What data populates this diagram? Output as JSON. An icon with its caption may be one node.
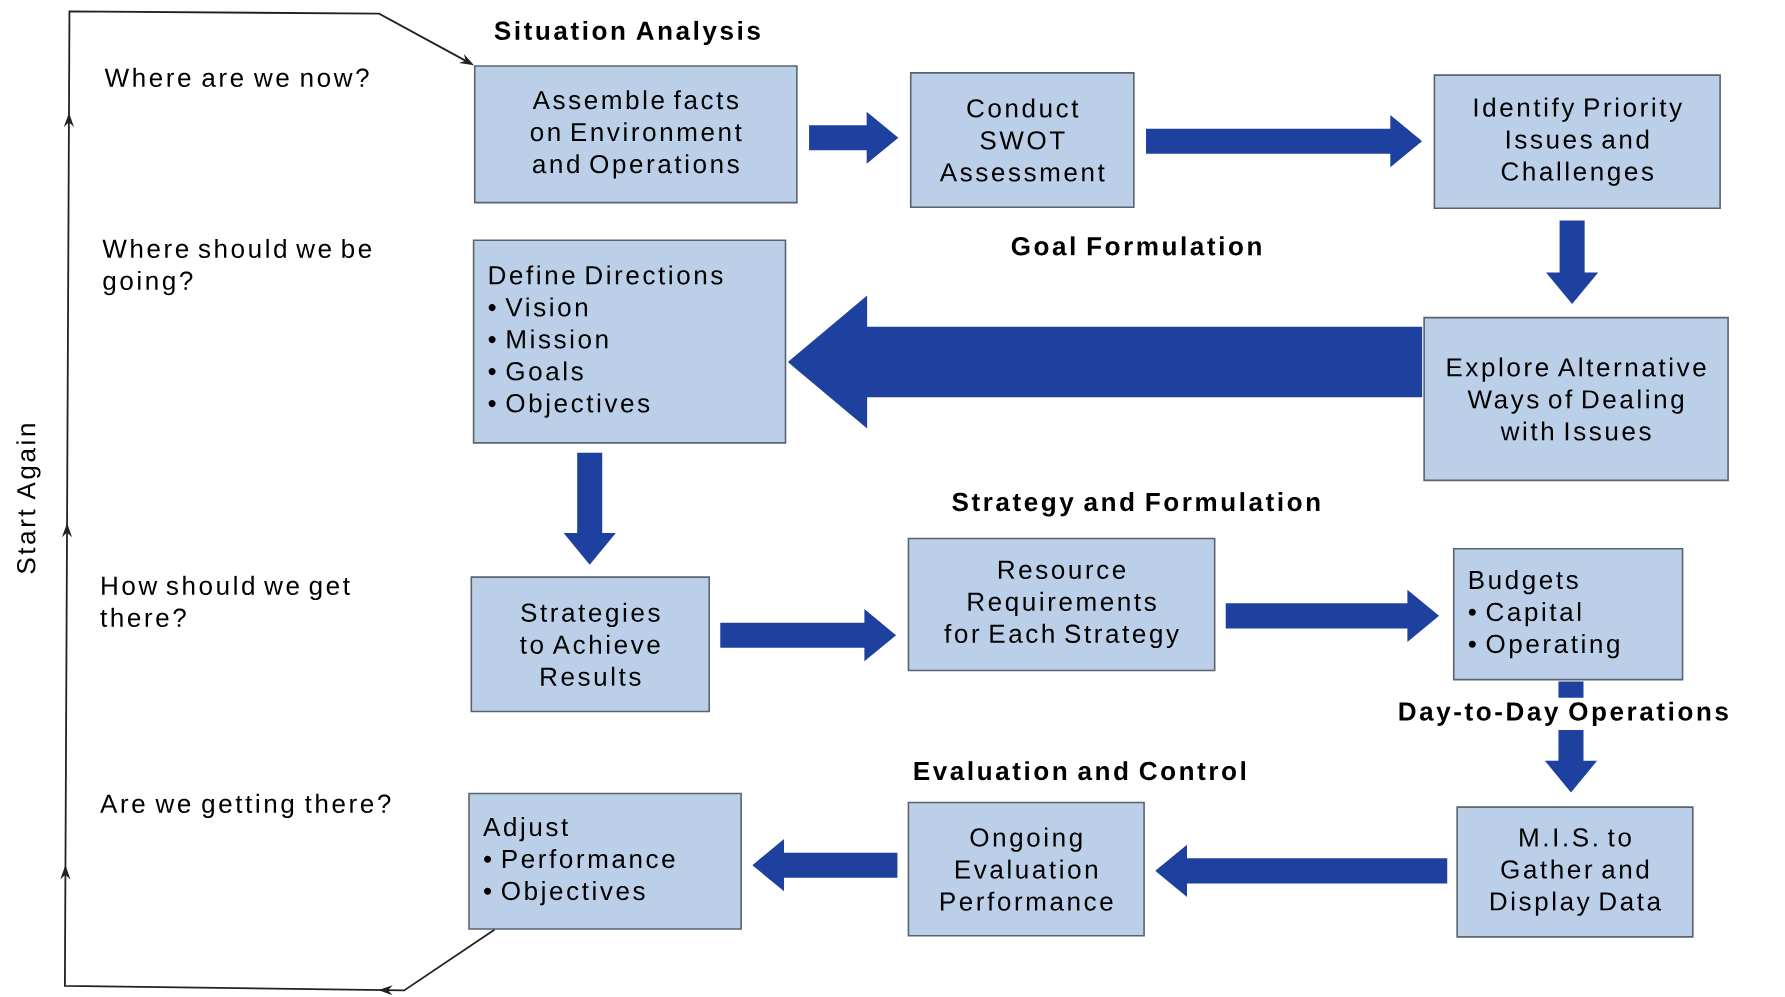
{
  "diagram": {
    "nodes": [
      {
        "text": [
          "Assemble facts on Environment and Operations"
        ]
      },
      {
        "text": [
          "Conduct SWOT Assessment"
        ]
      },
      {
        "text": [
          "Identify Priority Issues and Challenges"
        ]
      },
      {
        "text": [
          "Explore Alternative Ways of Dealing with Issues"
        ]
      },
      {
        "text": [
          "Define Directions",
          "• Vision",
          "• Mission",
          "• Goals",
          "• Objectives"
        ]
      },
      {
        "text": [
          "Strategies to Achieve Results"
        ]
      },
      {
        "text": [
          "Resource Requirements for Each Strategy"
        ]
      },
      {
        "text": [
          "Budgets",
          "• Capital",
          "• Operating"
        ]
      },
      {
        "text": [
          "M.I.S. to Gather and Display Data"
        ]
      },
      {
        "text": [
          "Ongoing Evaluation Performance"
        ]
      },
      {
        "text": [
          "Adjust",
          "• Performance",
          "• Objectives"
        ]
      }
    ],
    "edges": [
      {
        "from": 0,
        "to": 1,
        "arrow": "to"
      },
      {
        "from": 1,
        "to": 2,
        "arrow": "to"
      },
      {
        "from": 2,
        "to": 3,
        "arrow": "to"
      },
      {
        "from": 3,
        "to": 4,
        "arrow": "to",
        "style": "thick"
      },
      {
        "from": 4,
        "to": 5,
        "arrow": "to"
      },
      {
        "from": 5,
        "to": 6,
        "arrow": "to"
      },
      {
        "from": 6,
        "to": 7,
        "arrow": "to"
      },
      {
        "from": 7,
        "to": 8,
        "arrow": "to"
      },
      {
        "from": 8,
        "to": 9,
        "arrow": "to"
      },
      {
        "from": 9,
        "to": 10,
        "arrow": "to"
      },
      {
        "from": 10,
        "to": 0,
        "arrow": "to",
        "label": "Start Again",
        "color": "#222222"
      }
    ],
    "labels": [
      "Situation Analysis",
      "Where are we now?",
      "Goal Formulation",
      "Where should we be going?",
      "Strategy and Formulation",
      "How should we get there?",
      "Day-to-Day Operations",
      "Evaluation and Control",
      "Are we getting there?"
    ]
  }
}
